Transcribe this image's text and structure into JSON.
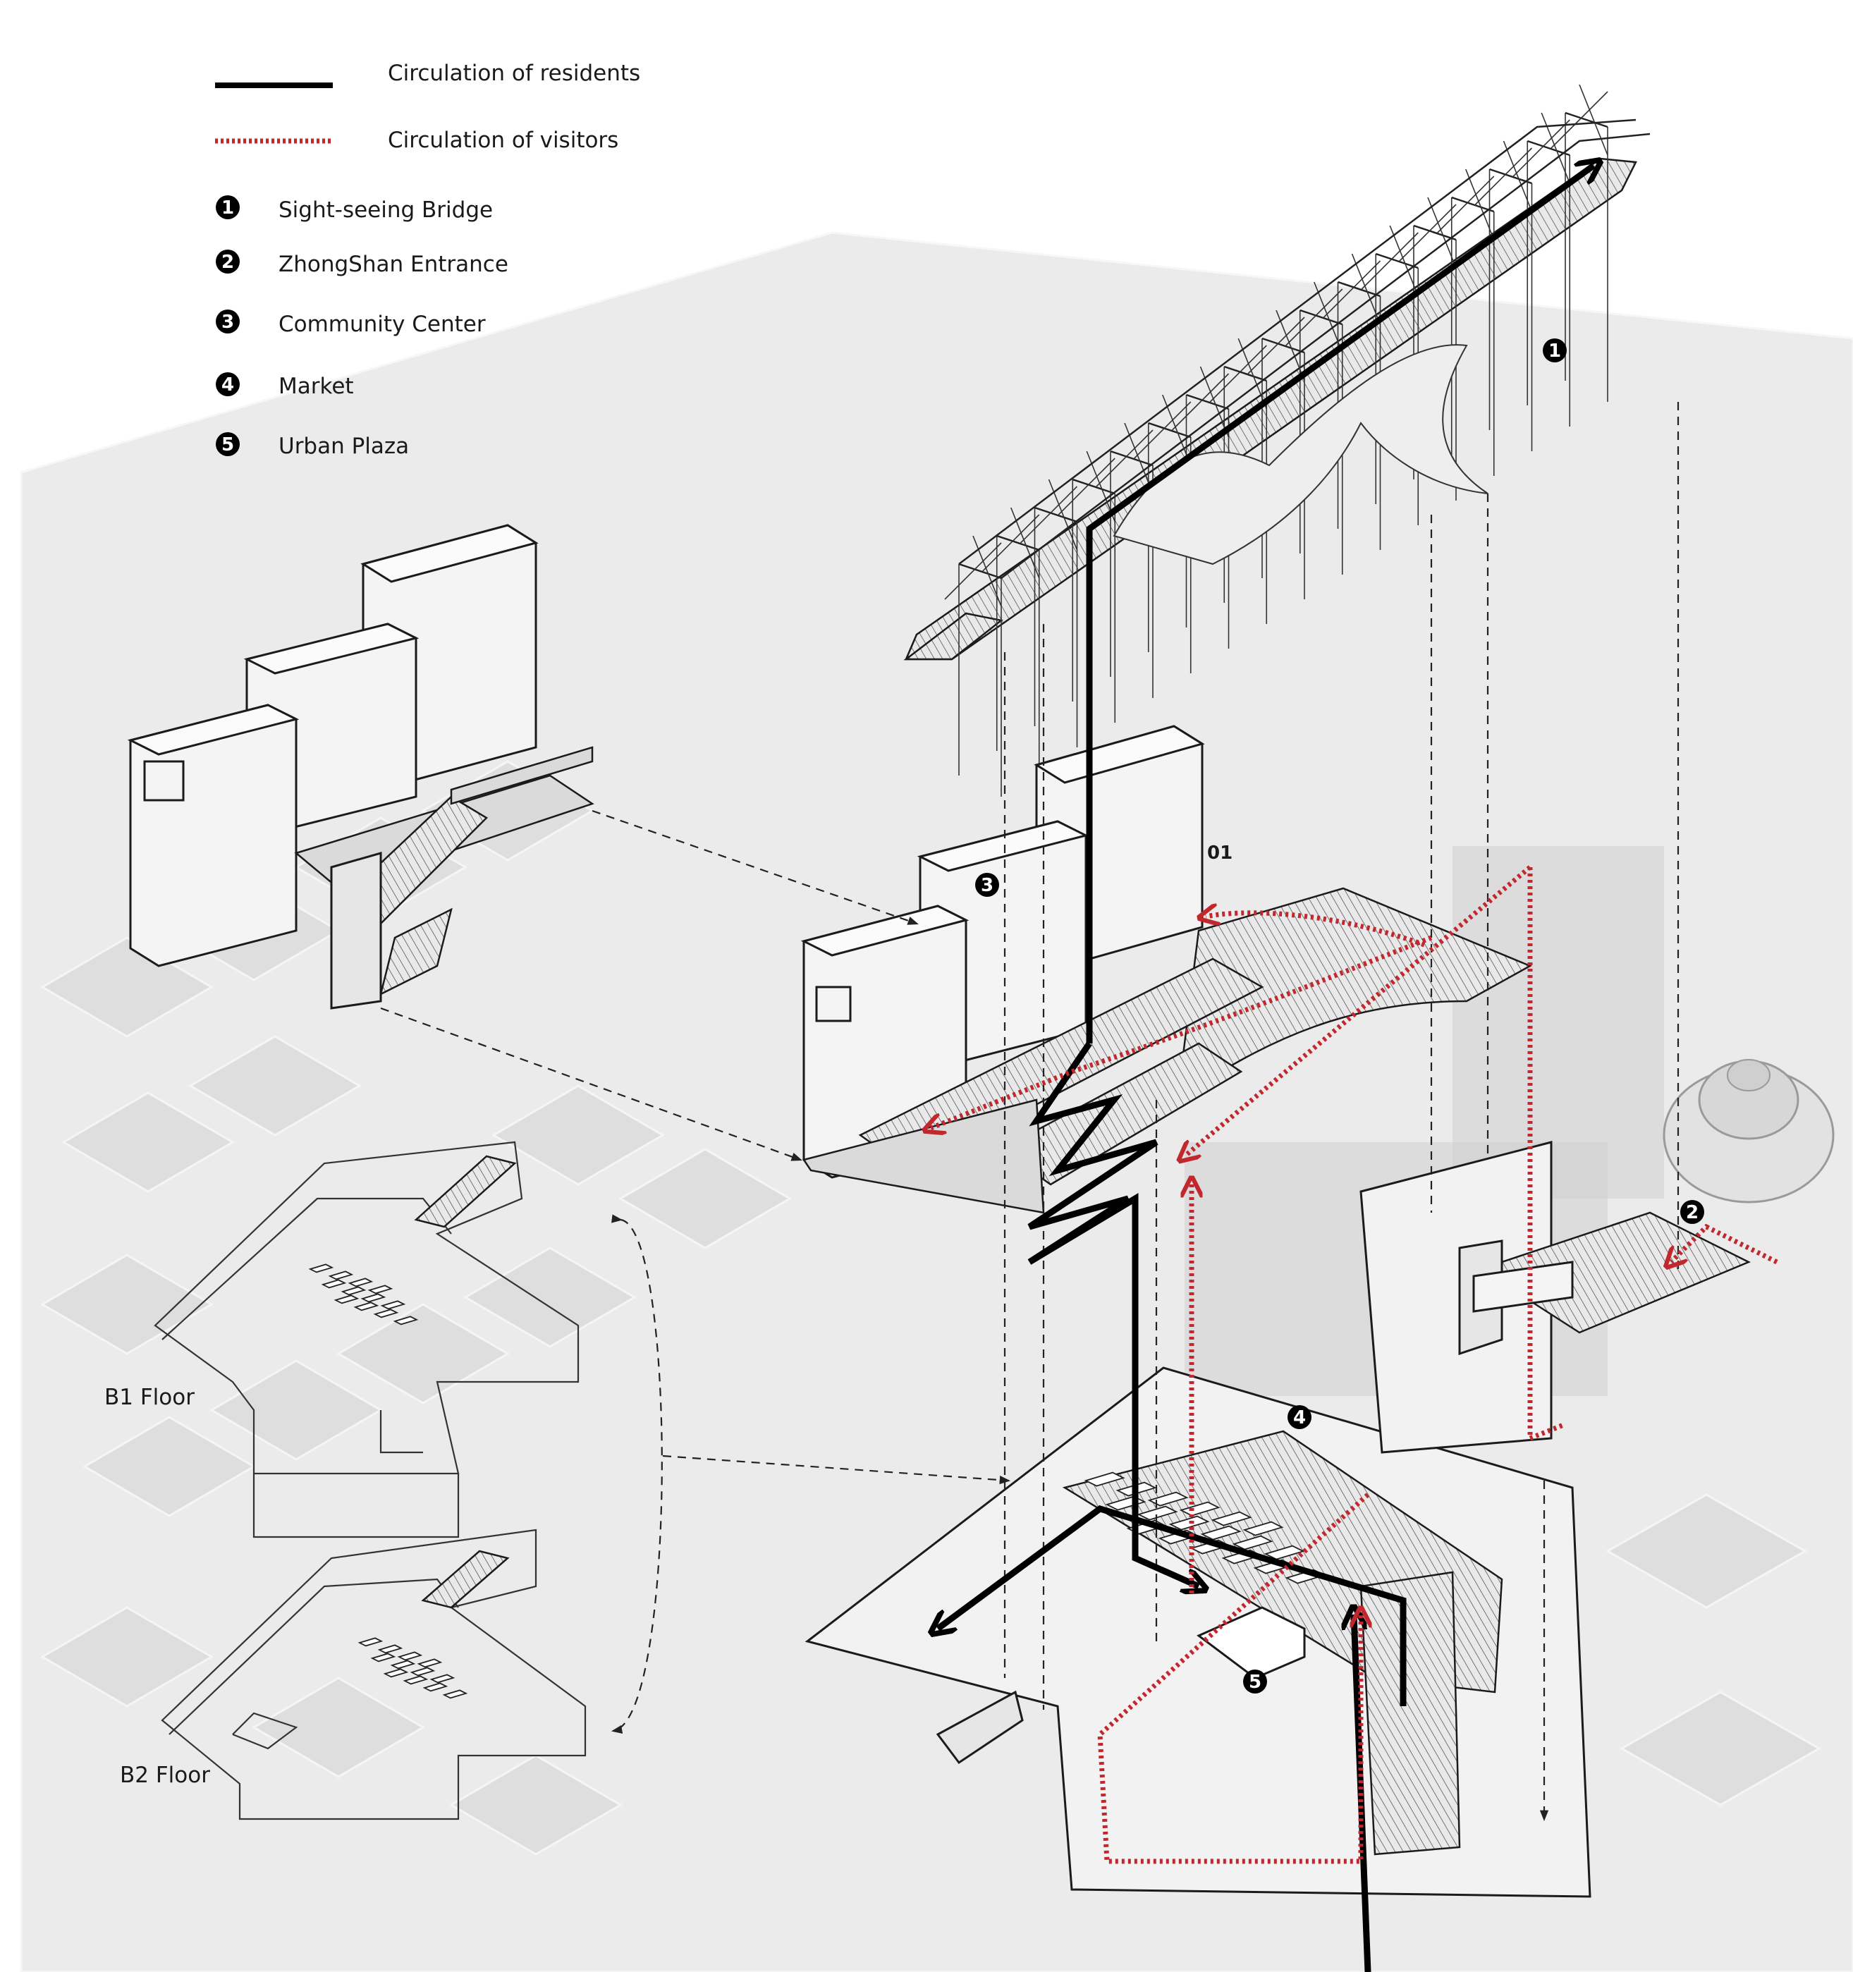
{
  "legend": {
    "circulation": [
      {
        "label": "Circulation of residents",
        "style": "solid-black",
        "color": "#000000"
      },
      {
        "label": "Circulation of visitors",
        "style": "dotted-red",
        "color": "#c1272d"
      }
    ],
    "places": [
      {
        "number": "1",
        "label": "Sight-seeing Bridge"
      },
      {
        "number": "2",
        "label": "ZhongShan Entrance"
      },
      {
        "number": "3",
        "label": "Community Center"
      },
      {
        "number": "4",
        "label": "Market"
      },
      {
        "number": "5",
        "label": "Urban Plaza"
      }
    ]
  },
  "diagram": {
    "markers": [
      "1",
      "2",
      "3",
      "4",
      "5"
    ],
    "floor_labels": {
      "b1": "B1 Floor",
      "b2": "B2 Floor"
    },
    "code_label": "01",
    "colors": {
      "residents": "#000000",
      "visitors": "#c1272d",
      "context": "#e8e8e8"
    }
  }
}
